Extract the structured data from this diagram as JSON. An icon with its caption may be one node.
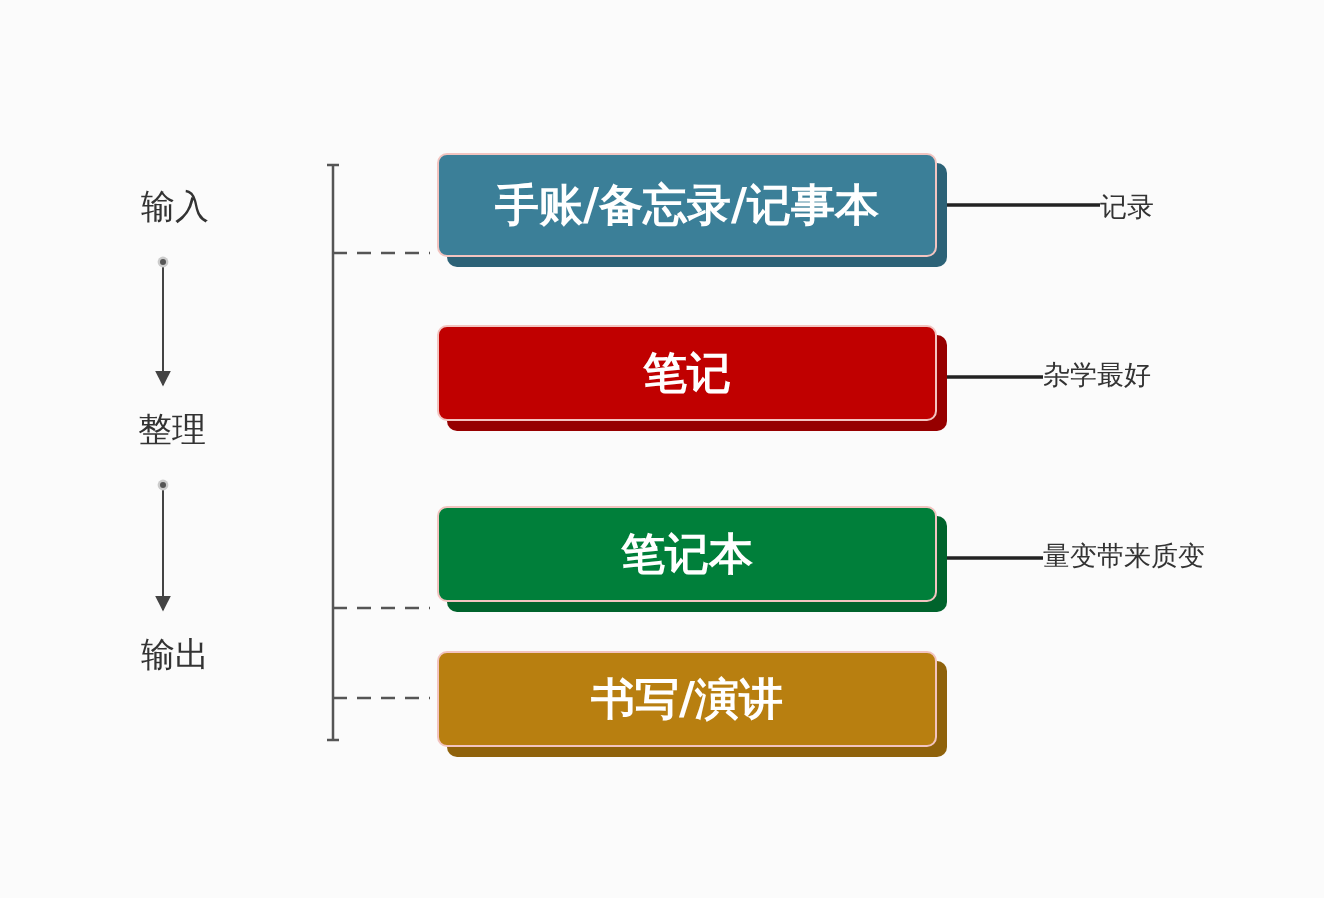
{
  "diagram": {
    "nodes": [
      {
        "text": [
          "输入"
        ]
      },
      {
        "text": [
          "整理"
        ]
      },
      {
        "text": [
          "输出"
        ]
      },
      {
        "text": [
          "手账/备忘录/记事本"
        ]
      },
      {
        "text": [
          "笔记"
        ]
      },
      {
        "text": [
          "笔记本"
        ]
      },
      {
        "text": [
          "书写/演讲"
        ]
      },
      {
        "text": [
          "记录"
        ]
      },
      {
        "text": [
          "杂学最好"
        ]
      },
      {
        "text": [
          "量变带来质变"
        ]
      }
    ],
    "edges": [
      {
        "from": 0,
        "to": 1,
        "arrow": "to"
      },
      {
        "from": 1,
        "to": 2,
        "arrow": "to"
      },
      {
        "from": 3,
        "to": 7,
        "arrow": "none"
      },
      {
        "from": 4,
        "to": 8,
        "arrow": "none"
      },
      {
        "from": 5,
        "to": 9,
        "arrow": "none"
      }
    ]
  }
}
